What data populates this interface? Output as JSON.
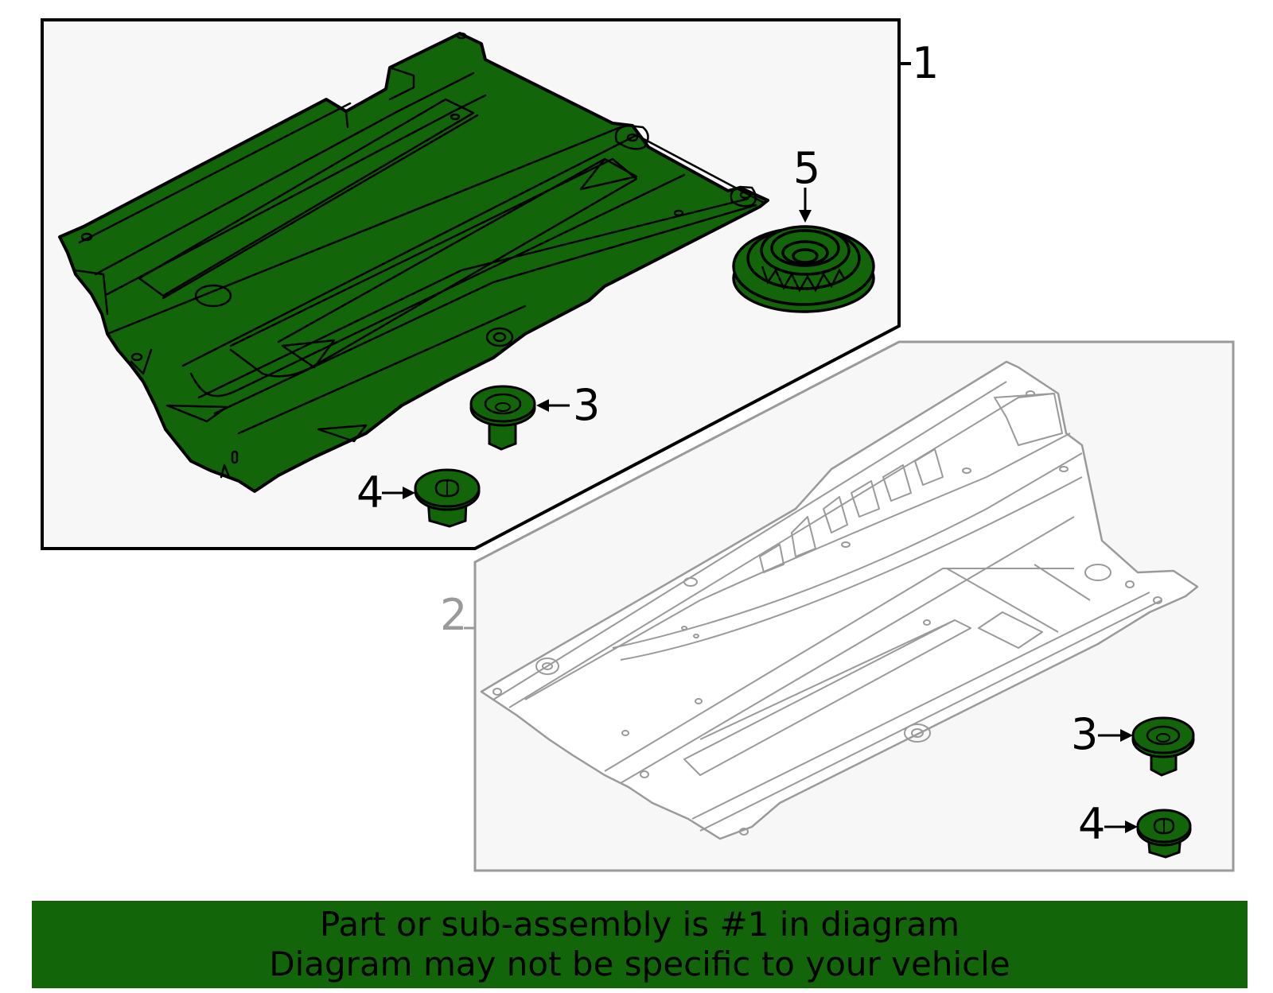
{
  "diagram": {
    "callouts": {
      "c1": "1",
      "c2": "2",
      "c3_top": "3",
      "c4_top": "4",
      "c5": "5",
      "c3_bottom": "3",
      "c4_bottom": "4"
    },
    "parts": [
      {
        "number": "1",
        "name": "Undercar shield (highlighted)",
        "highlighted": true
      },
      {
        "number": "2",
        "name": "Undercar shield (reference)",
        "highlighted": false
      },
      {
        "number": "3",
        "name": "Push-pin clip",
        "highlighted": true
      },
      {
        "number": "4",
        "name": "Retainer nut",
        "highlighted": true
      },
      {
        "number": "5",
        "name": "Grommet / mount",
        "highlighted": true
      }
    ]
  },
  "footer": {
    "line1": "Part or sub-assembly is #1 in diagram",
    "line2": "Diagram may not be specific to your vehicle"
  },
  "colors": {
    "highlight": "#126508",
    "panel_bg": "#f7f7f7",
    "outline_primary": "#000000",
    "outline_secondary": "#9a9a9a",
    "banner": "#126508"
  }
}
